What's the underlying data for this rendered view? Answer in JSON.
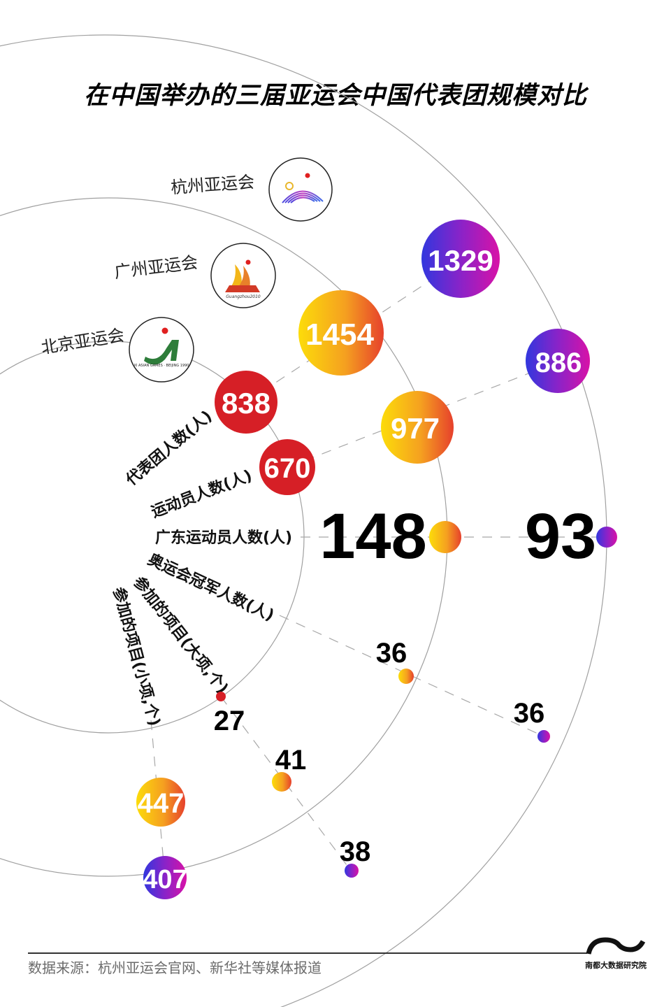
{
  "title": "在中国举办的三届亚运会中国代表团规模对比",
  "games": [
    {
      "name": "北京亚运会",
      "logo": "beijing-1990-logo",
      "color_scheme": "red"
    },
    {
      "name": "广州亚运会",
      "logo": "guangzhou-2010-logo",
      "color_scheme": "yellow-orange"
    },
    {
      "name": "杭州亚运会",
      "logo": "hangzhou-2022-logo",
      "color_scheme": "blue-magenta"
    }
  ],
  "metrics": [
    "代表团人数(人)",
    "运动员人数(人)",
    "广东运动员人数(人)",
    "奥运会冠军人数(人)",
    "参加的项目(大项,个)",
    "参加的项目(小项,个)"
  ],
  "values": {
    "beijing": {
      "delegation": "838",
      "athletes": "670",
      "guangdong": "",
      "olympic_champions": "",
      "sports": "27",
      "events": ""
    },
    "guangzhou": {
      "delegation": "1454",
      "athletes": "977",
      "guangdong": "148",
      "olympic_champions": "36",
      "sports": "41",
      "events": "447"
    },
    "hangzhou": {
      "delegation": "1329",
      "athletes": "886",
      "guangdong": "93",
      "olympic_champions": "36",
      "sports": "38",
      "events": "407"
    }
  },
  "colors": {
    "beijing": "#d71f26",
    "guangzhou_start": "#fbd90b",
    "guangzhou_end": "#e8432c",
    "hangzhou_start": "#3a3be0",
    "hangzhou_end": "#d613a8",
    "ring": "#9a9a9a"
  },
  "footer": {
    "source": "数据来源：杭州亚运会官网、新华社等媒体报道",
    "brand": "南都大数据研究院"
  },
  "chart_data": {
    "type": "radial-bubble",
    "title": "在中国举办的三届亚运会中国代表团规模对比",
    "series": [
      {
        "name": "北京亚运会",
        "values": [
          838,
          670,
          null,
          null,
          27,
          null
        ]
      },
      {
        "name": "广州亚运会",
        "values": [
          1454,
          977,
          148,
          36,
          41,
          447
        ]
      },
      {
        "name": "杭州亚运会",
        "values": [
          1329,
          886,
          93,
          36,
          38,
          407
        ]
      }
    ],
    "categories": [
      "代表团人数(人)",
      "运动员人数(人)",
      "广东运动员人数(人)",
      "奥运会冠军人数(人)",
      "参加的项目(大项,个)",
      "参加的项目(小项,个)"
    ],
    "source": "数据来源：杭州亚运会官网、新华社等媒体报道"
  }
}
